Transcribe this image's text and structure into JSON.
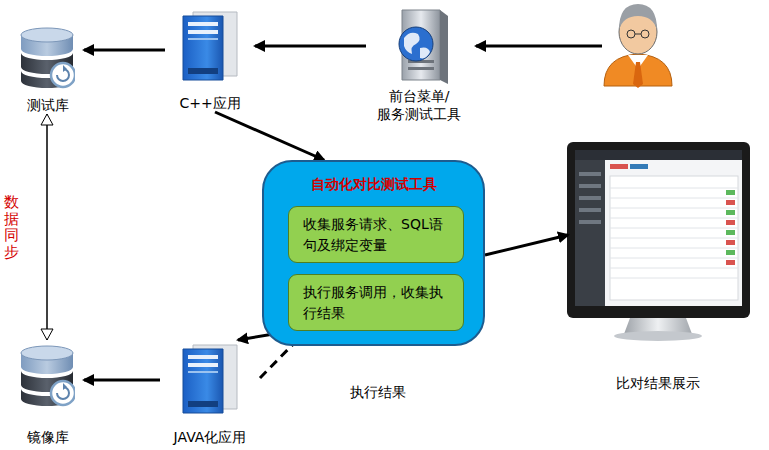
{
  "diagram": {
    "nodes": [
      {
        "text": [
          "测试库"
        ]
      },
      {
        "text": [
          "C++应用"
        ]
      },
      {
        "text": [
          "前台菜单/服务测试工具"
        ]
      },
      {
        "text": [
          "自动化对比测试工具"
        ]
      },
      {
        "text": [
          "收集服务请求、SQL语句及绑定变量"
        ],
        "in": 3
      },
      {
        "text": [
          "执行服务调用，收集执行结果"
        ],
        "in": 3
      },
      {
        "text": [
          "镜像库"
        ]
      },
      {
        "text": [
          "JAVA化应用"
        ]
      },
      {
        "text": [
          "比对结果展示"
        ]
      }
    ],
    "edges": [
      {
        "from": 2,
        "to": 1,
        "arrow": "to"
      },
      {
        "from": 1,
        "to": 0,
        "arrow": "to"
      },
      {
        "from": 0,
        "to": 6,
        "arrow": "both",
        "label": "数据同步"
      },
      {
        "from": 1,
        "to": 3,
        "arrow": "to"
      },
      {
        "from": 5,
        "to": 7,
        "arrow": "to"
      },
      {
        "from": 7,
        "to": 5,
        "arrow": "to"
      },
      {
        "from": 7,
        "to": 6,
        "arrow": "to"
      },
      {
        "from": 3,
        "to": 8,
        "arrow": "to"
      }
    ],
    "labels": [
      "执行结果"
    ]
  }
}
